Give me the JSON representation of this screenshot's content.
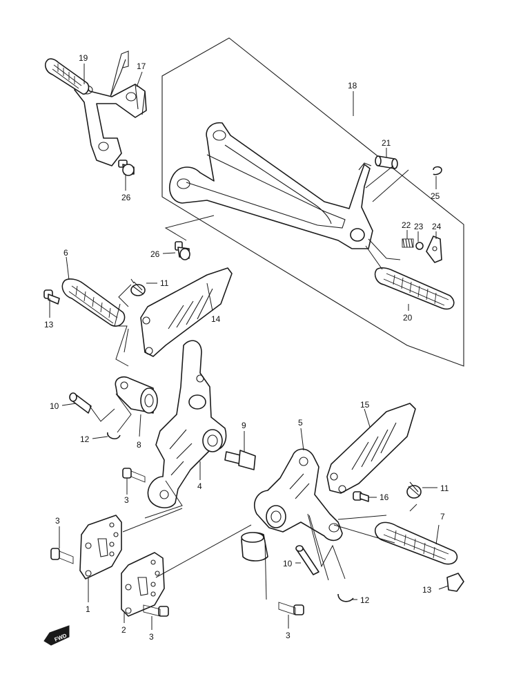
{
  "callouts": [
    "1",
    "2",
    "3",
    "4",
    "5",
    "6",
    "7",
    "8",
    "9",
    "10",
    "11",
    "12",
    "13",
    "14",
    "15",
    "16",
    "17",
    "18",
    "19",
    "20",
    "21",
    "22",
    "23",
    "24",
    "25",
    "26"
  ],
  "fwd_label": "FWD",
  "colors": {
    "line": "#1a1a1a",
    "background": "#ffffff"
  }
}
